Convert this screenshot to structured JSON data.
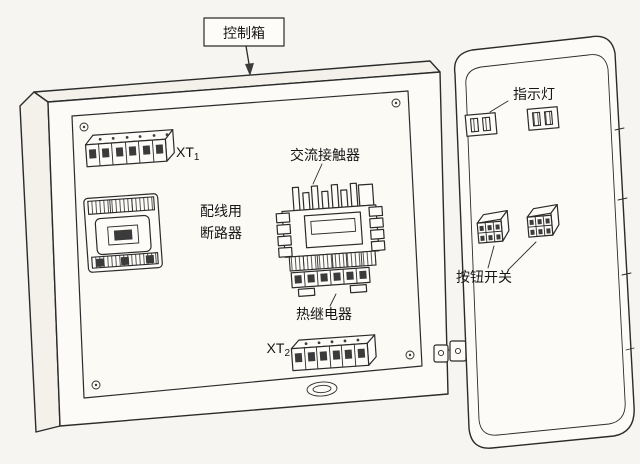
{
  "figure": {
    "type": "technical-line-diagram",
    "subject": "control box internal layout with open door",
    "ink_color": "#2b2b2b",
    "paper_color": "#f6f5f1"
  },
  "labels": {
    "control_box": "控制箱",
    "xt1_main": "XT",
    "xt1_sub": "1",
    "breaker_line1": "配线用",
    "breaker_line2": "断路器",
    "ac_contactor": "交流接触器",
    "thermal_relay": "热继电器",
    "xt2_main": "XT",
    "xt2_sub": "2",
    "indicator_light": "指示灯",
    "push_button": "按钮开关"
  }
}
